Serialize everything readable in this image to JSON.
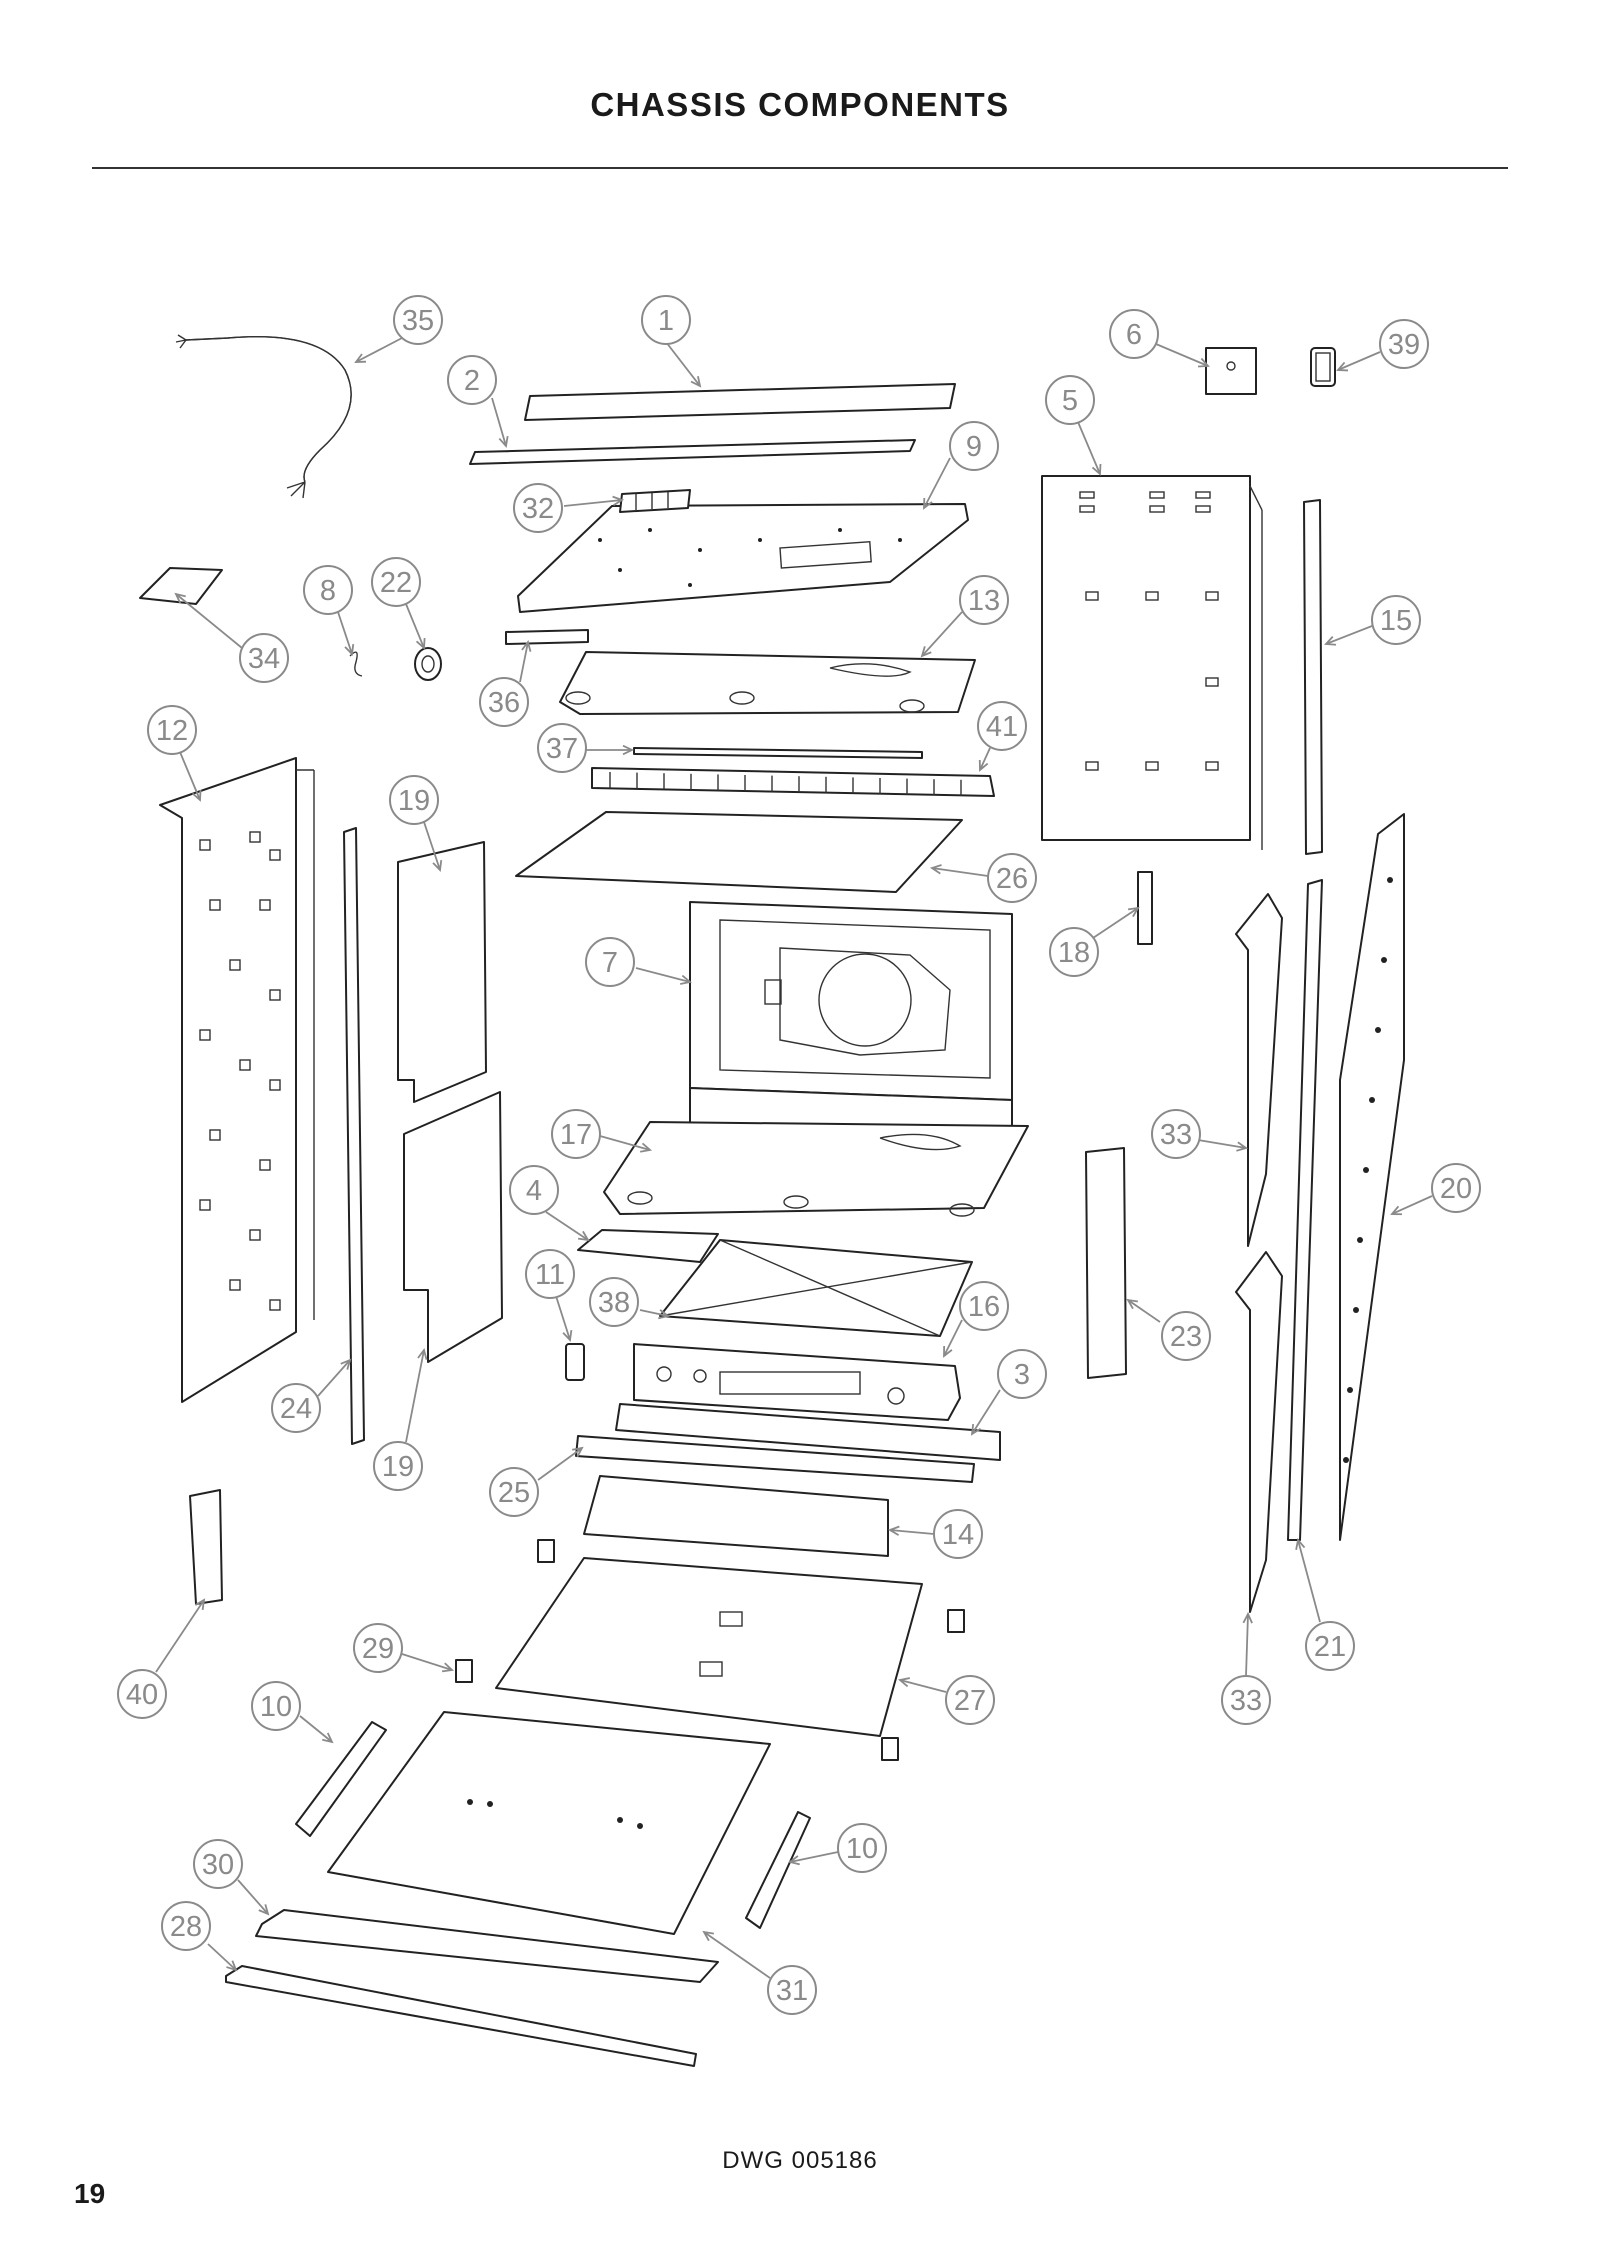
{
  "title": "CHASSIS COMPONENTS",
  "drawing_number": "DWG 005186",
  "page_number": "19",
  "callouts": [
    {
      "id": "c35",
      "label": "35"
    },
    {
      "id": "c1",
      "label": "1"
    },
    {
      "id": "c6",
      "label": "6"
    },
    {
      "id": "c39",
      "label": "39"
    },
    {
      "id": "c2",
      "label": "2"
    },
    {
      "id": "c5",
      "label": "5"
    },
    {
      "id": "c9",
      "label": "9"
    },
    {
      "id": "c32",
      "label": "32"
    },
    {
      "id": "c8",
      "label": "8"
    },
    {
      "id": "c22",
      "label": "22"
    },
    {
      "id": "c13",
      "label": "13"
    },
    {
      "id": "c15",
      "label": "15"
    },
    {
      "id": "c34",
      "label": "34"
    },
    {
      "id": "c36",
      "label": "36"
    },
    {
      "id": "c12",
      "label": "12"
    },
    {
      "id": "c41",
      "label": "41"
    },
    {
      "id": "c37",
      "label": "37"
    },
    {
      "id": "c19a",
      "label": "19"
    },
    {
      "id": "c26",
      "label": "26"
    },
    {
      "id": "c18",
      "label": "18"
    },
    {
      "id": "c7",
      "label": "7"
    },
    {
      "id": "c17",
      "label": "17"
    },
    {
      "id": "c33a",
      "label": "33"
    },
    {
      "id": "c4",
      "label": "4"
    },
    {
      "id": "c20",
      "label": "20"
    },
    {
      "id": "c11",
      "label": "11"
    },
    {
      "id": "c38",
      "label": "38"
    },
    {
      "id": "c16",
      "label": "16"
    },
    {
      "id": "c23",
      "label": "23"
    },
    {
      "id": "c3",
      "label": "3"
    },
    {
      "id": "c24",
      "label": "24"
    },
    {
      "id": "c19b",
      "label": "19"
    },
    {
      "id": "c25",
      "label": "25"
    },
    {
      "id": "c14",
      "label": "14"
    },
    {
      "id": "c29",
      "label": "29"
    },
    {
      "id": "c21",
      "label": "21"
    },
    {
      "id": "c40",
      "label": "40"
    },
    {
      "id": "c10a",
      "label": "10"
    },
    {
      "id": "c27",
      "label": "27"
    },
    {
      "id": "c33b",
      "label": "33"
    },
    {
      "id": "c10b",
      "label": "10"
    },
    {
      "id": "c30",
      "label": "30"
    },
    {
      "id": "c28",
      "label": "28"
    },
    {
      "id": "c31",
      "label": "31"
    }
  ]
}
